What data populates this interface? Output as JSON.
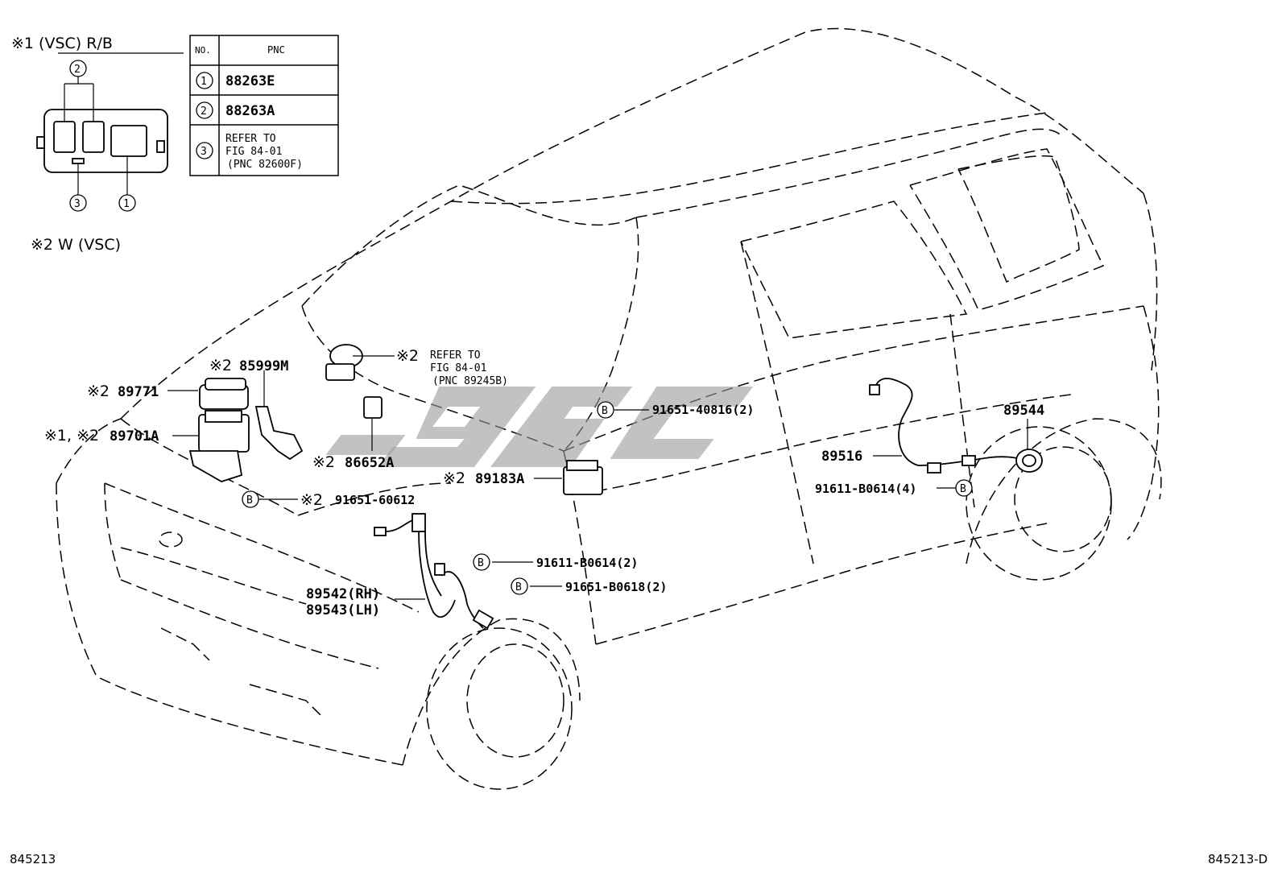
{
  "legend": {
    "note1": "※1 (VSC) R/B",
    "note2": "※2 W (VSC)",
    "callouts": [
      "2",
      "3",
      "1"
    ]
  },
  "pnc_table": {
    "headers": [
      "NO.",
      "PNC"
    ],
    "rows": [
      {
        "no": "1",
        "pnc": [
          "88263E"
        ]
      },
      {
        "no": "2",
        "pnc": [
          "88263A"
        ]
      },
      {
        "no": "3",
        "pnc": [
          "REFER TO",
          "FIG 84-01",
          "(PNC 82600F)"
        ]
      }
    ]
  },
  "parts": {
    "p85999m": {
      "prefix": "※2",
      "code": "85999M"
    },
    "p89771": {
      "prefix": "※2",
      "code": "89771"
    },
    "p89701a": {
      "prefix": "※1, ※2",
      "code": "89701A"
    },
    "p86652a": {
      "prefix": "※2",
      "code": "86652A"
    },
    "p91651_60612": {
      "prefix": "※2",
      "code": "91651-60612",
      "bolt": "B"
    },
    "refer": {
      "prefix": "※2",
      "lines": [
        "REFER TO",
        "FIG 84-01",
        "(PNC 89245B)"
      ]
    },
    "p91651_40816": {
      "code": "91651-40816(2)",
      "bolt": "B"
    },
    "p89183a": {
      "prefix": "※2",
      "code": "89183A"
    },
    "p91611_b0614_2": {
      "code": "91611-B0614(2)",
      "bolt": "B"
    },
    "p91651_b0618": {
      "code": "91651-B0618(2)",
      "bolt": "B"
    },
    "p89542": {
      "code": "89542(RH)"
    },
    "p89543": {
      "code": "89543(LH)"
    },
    "p89544": {
      "code": "89544"
    },
    "p89516": {
      "code": "89516"
    },
    "p91611_b0614_4": {
      "code": "91611-B0614(4)",
      "bolt": "B"
    }
  },
  "footer": {
    "left": "845213",
    "right": "845213-D"
  },
  "colors": {
    "line": "#000000",
    "background": "#ffffff",
    "watermark": "#9a9a9a"
  }
}
